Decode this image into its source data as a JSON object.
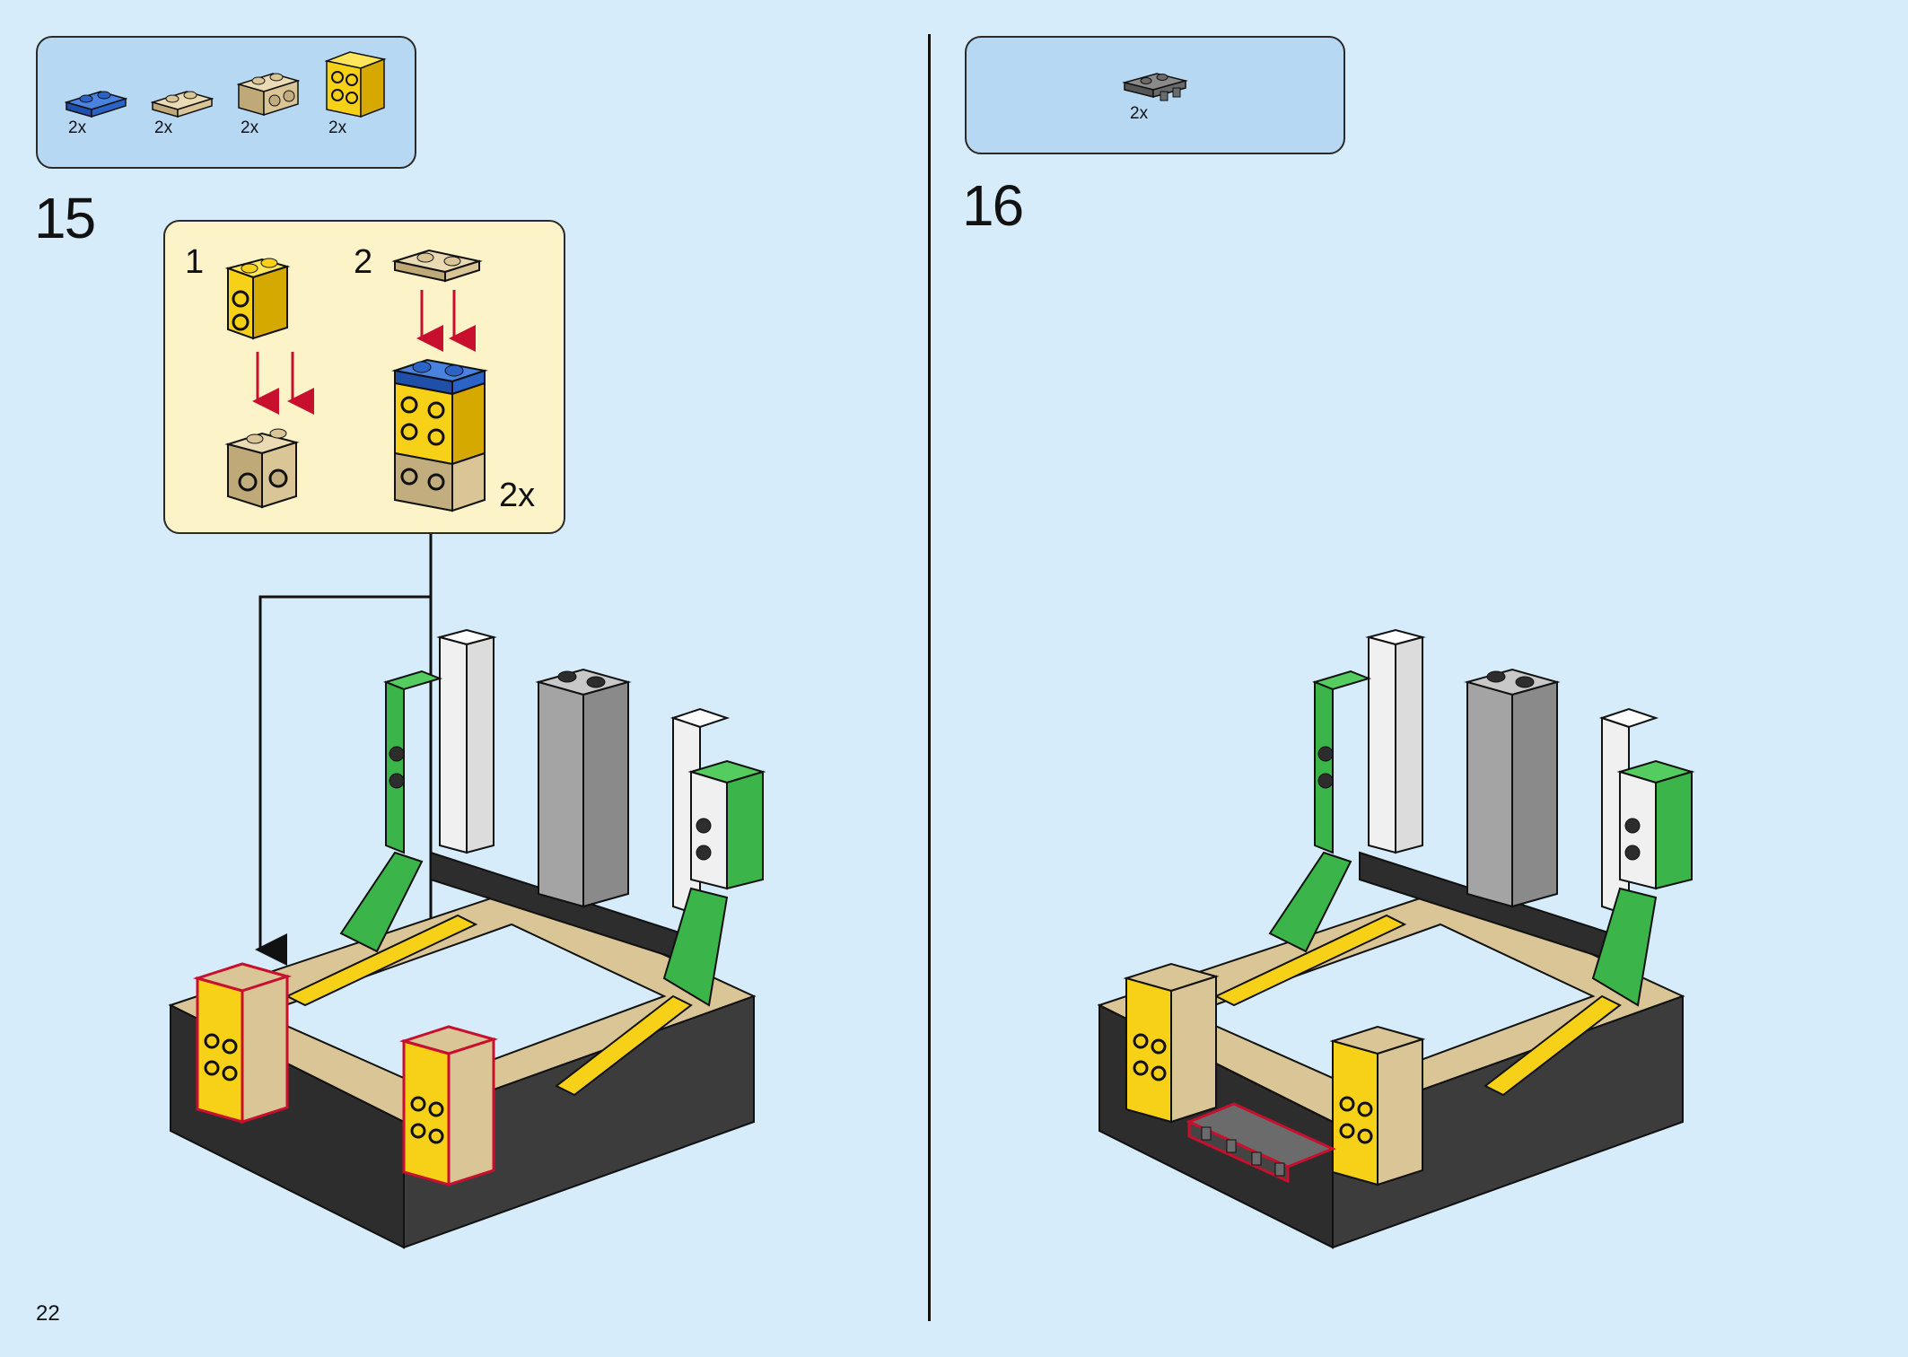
{
  "page": {
    "number": "22"
  },
  "step15": {
    "number": "15",
    "parts": [
      {
        "qty": "2x",
        "icon": "blue-plate-1x2-icon",
        "color": "#2b63c6"
      },
      {
        "qty": "2x",
        "icon": "tan-plate-1x2-icon",
        "color": "#d9c596"
      },
      {
        "qty": "2x",
        "icon": "tan-brick-studs-side-icon",
        "color": "#d9c596"
      },
      {
        "qty": "2x",
        "icon": "yellow-brick-studs-side-icon",
        "color": "#f7d117"
      }
    ],
    "callout": {
      "sub1": "1",
      "sub2": "2",
      "multiplier": "2x"
    }
  },
  "step16": {
    "number": "16",
    "parts": [
      {
        "qty": "2x",
        "icon": "dark-grey-plate-with-clips-icon",
        "color": "#6b6b6b"
      }
    ]
  },
  "colors": {
    "background": "#d6ecfb",
    "parts_box": "#b7d8f3",
    "callout": "#fdf3c9",
    "arrow_red": "#c8102e",
    "green": "#3bb54a",
    "yellow": "#f7d117",
    "tan": "#d9c596",
    "black": "#2d2d2d",
    "grey": "#a4a4a4"
  }
}
